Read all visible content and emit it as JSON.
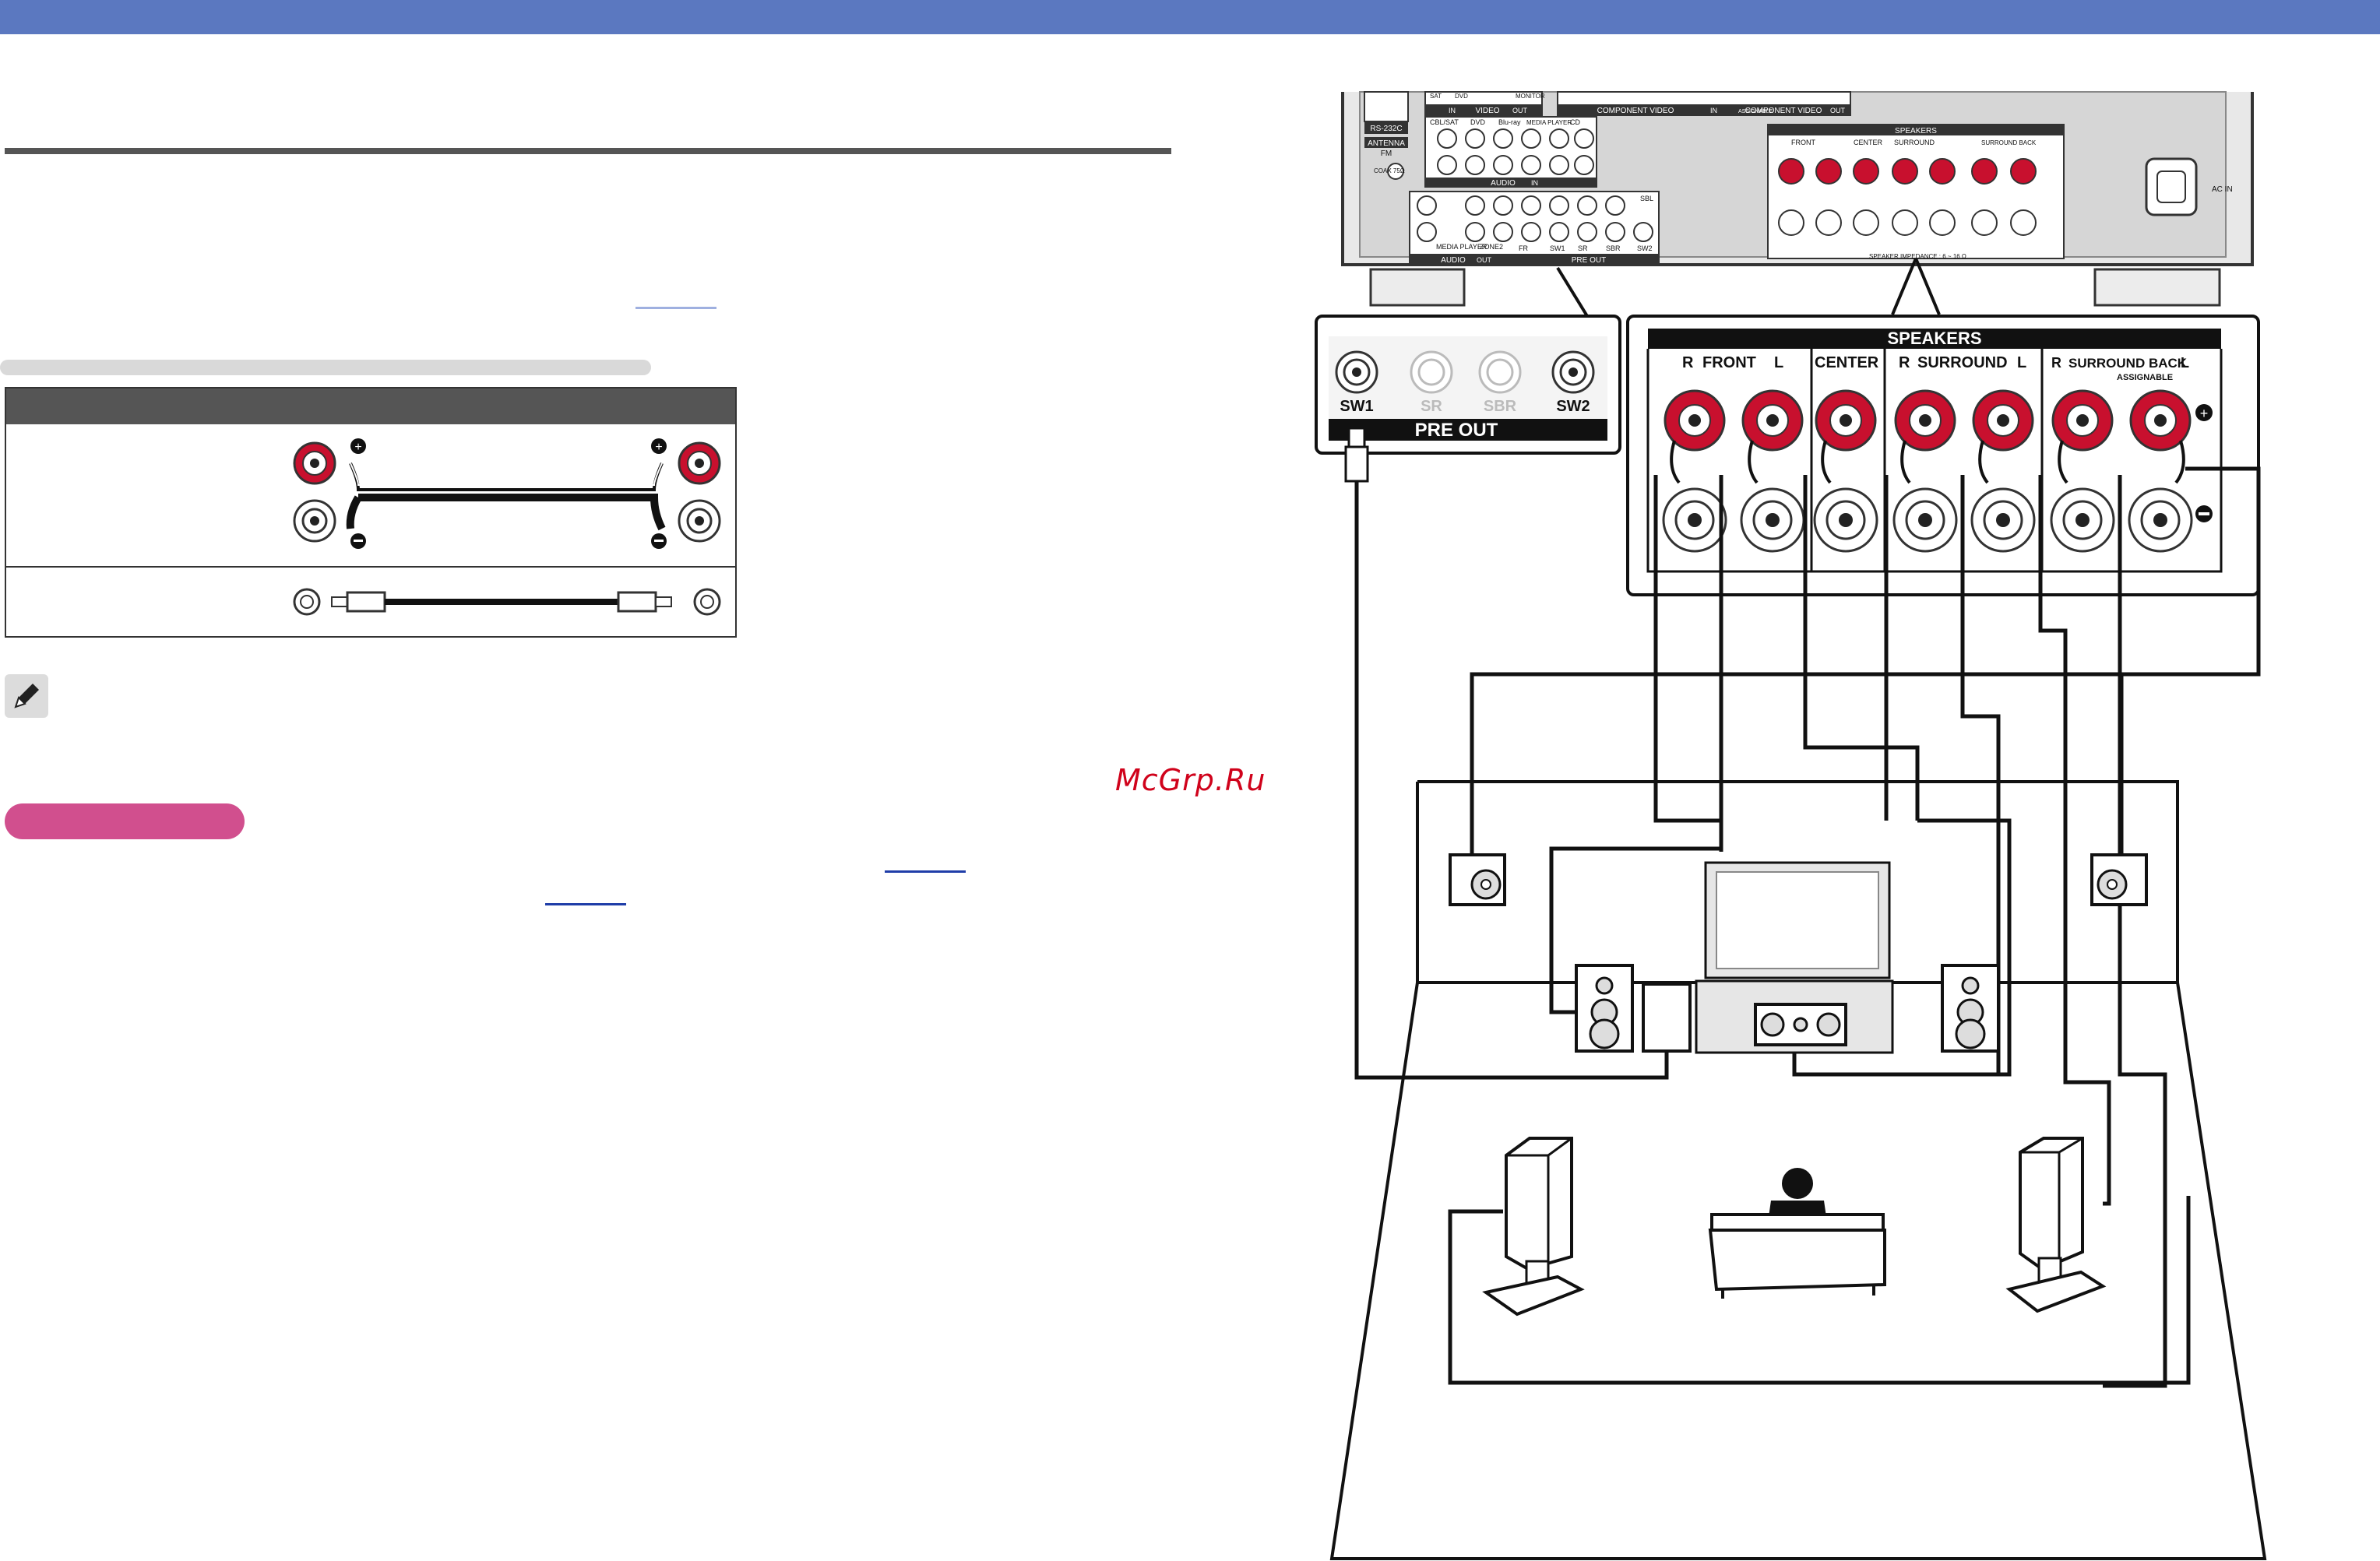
{
  "watermark": "McGrp.Ru",
  "panel": {
    "top_labels": {
      "rs232c": "RS-232C",
      "antenna": "ANTENNA",
      "fm": "FM",
      "coax": "COAX 75Ω",
      "sat": "SAT",
      "dvd_top": "DVD",
      "video": "VIDEO",
      "in": "IN",
      "out": "OUT",
      "monitor": "MONITOR",
      "component_video": "COMPONENT VIDEO",
      "assignable": "ASSIGNABLE",
      "cbl_sat": "CBL/SAT",
      "dvd": "DVD",
      "bluray": "Blu-ray",
      "media_player": "MEDIA PLAYER",
      "cd": "CD",
      "audio": "AUDIO",
      "zone2": "ZONE2",
      "pre_out": "PRE OUT",
      "sbl": "SBL",
      "fr": "FR",
      "sw1": "SW1",
      "sr": "SR",
      "sbr": "SBR",
      "sw2": "SW2",
      "speakers": "SPEAKERS",
      "front": "FRONT",
      "center": "CENTER",
      "surround": "SURROUND",
      "surround_back": "SURROUND BACK",
      "speaker_impedance": "SPEAKER IMPEDANCE : 6 ~ 16 Ω",
      "ac_in": "AC IN"
    }
  },
  "preout_callout": {
    "labels": [
      "SW1",
      "SR",
      "SBR",
      "SW2"
    ],
    "title": "PRE OUT"
  },
  "speakers_callout": {
    "title": "SPEAKERS",
    "r": "R",
    "l": "L",
    "front": "FRONT",
    "center": "CENTER",
    "surround": "SURROUND",
    "surround_back": "SURROUND BACK",
    "assignable": "ASSIGNABLE"
  },
  "colors": {
    "header": "#5b78c0",
    "terminal_red": "#c8102e",
    "pink_tag": "#d14f8e",
    "link_blue": "#1f3da8"
  }
}
